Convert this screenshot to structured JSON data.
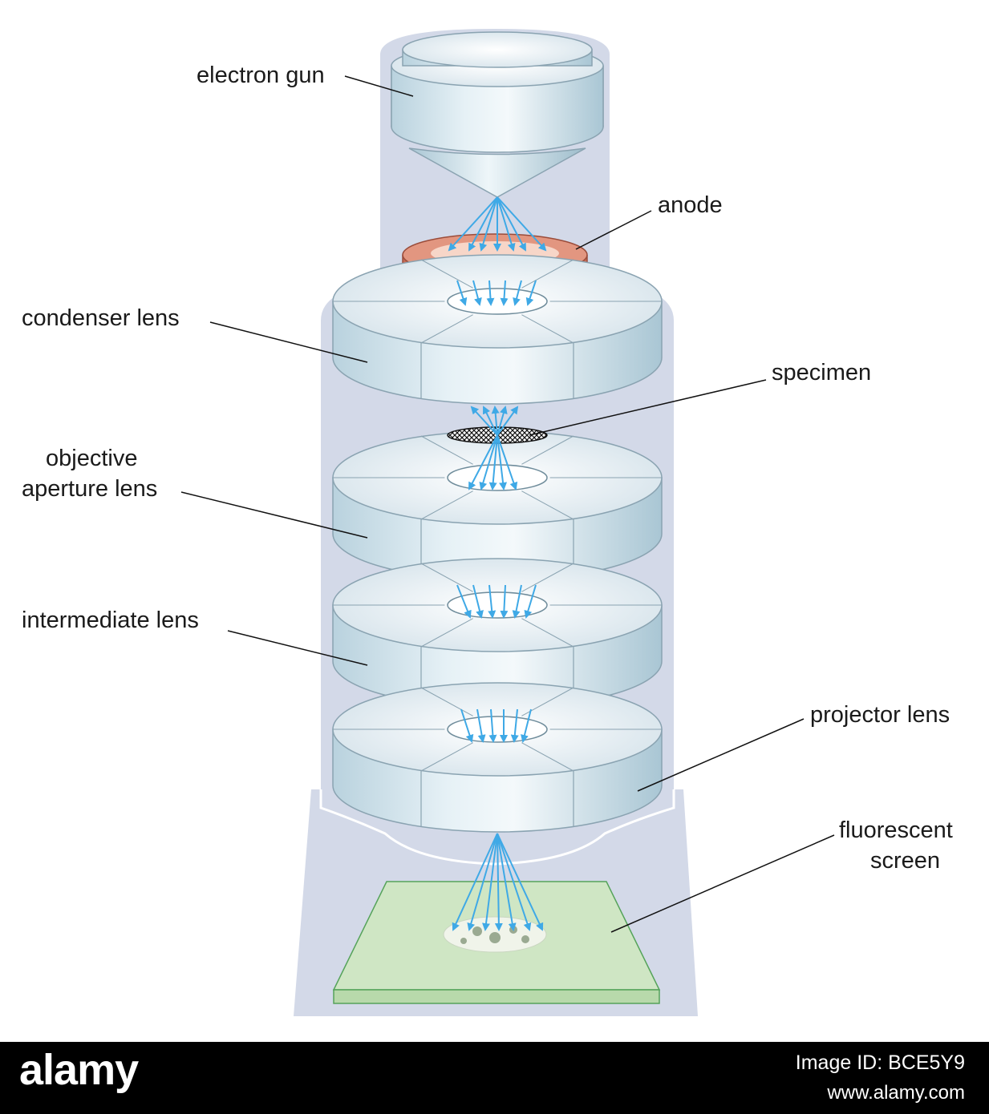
{
  "labels": {
    "electron_gun": "electron gun",
    "anode": "anode",
    "condenser_lens": "condenser lens",
    "specimen": "specimen",
    "objective_line1": "objective",
    "objective_line2": "aperture lens",
    "intermediate_lens": "intermediate lens",
    "projector_lens": "projector lens",
    "fluorescent_line1": "fluorescent",
    "fluorescent_line2": "screen"
  },
  "footer": {
    "brand": "alamy",
    "image_id": "Image ID: BCE5Y9",
    "site": "www.alamy.com"
  },
  "colors": {
    "column_bg": "#d3d9e8",
    "lens_top": "#e6eef5",
    "lens_side": "#c3d8e3",
    "beam": "#3fa9e6",
    "anode": "#d9806a",
    "screen": "#cfe6c4",
    "footer_bg": "#000000"
  }
}
